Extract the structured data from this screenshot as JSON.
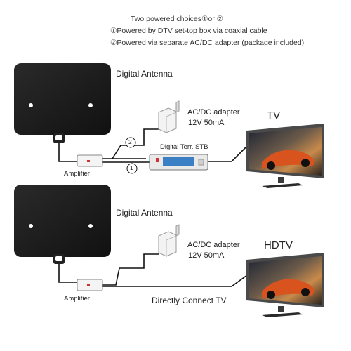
{
  "header": {
    "line1": "Two powered choices①or ②",
    "line2": "①Powered by DTV set-top box via coaxial cable",
    "line3": "②Powered via separate  AC/DC adapter (package included)"
  },
  "top": {
    "antenna_label": "Digital Antenna",
    "adapter_label": "AC/DC adapter",
    "adapter_spec": "12V 50mA",
    "stb_label": "Digital Terr. STB",
    "amplifier_label": "Amplifier",
    "tv_label": "TV",
    "marker_1": "1",
    "marker_2": "2"
  },
  "bottom": {
    "antenna_label": "Digital Antenna",
    "adapter_label": "AC/DC adapter",
    "adapter_spec": "12V 50mA",
    "amplifier_label": "Amplifier",
    "tv_label": "HDTV",
    "connection_label": "Directly Connect TV"
  },
  "colors": {
    "antenna": "#1e1e1e",
    "cable": "#111111",
    "stb_display": "#3b7fc4",
    "tv_frame": "#4a4a4a",
    "car": "#d9531e"
  }
}
